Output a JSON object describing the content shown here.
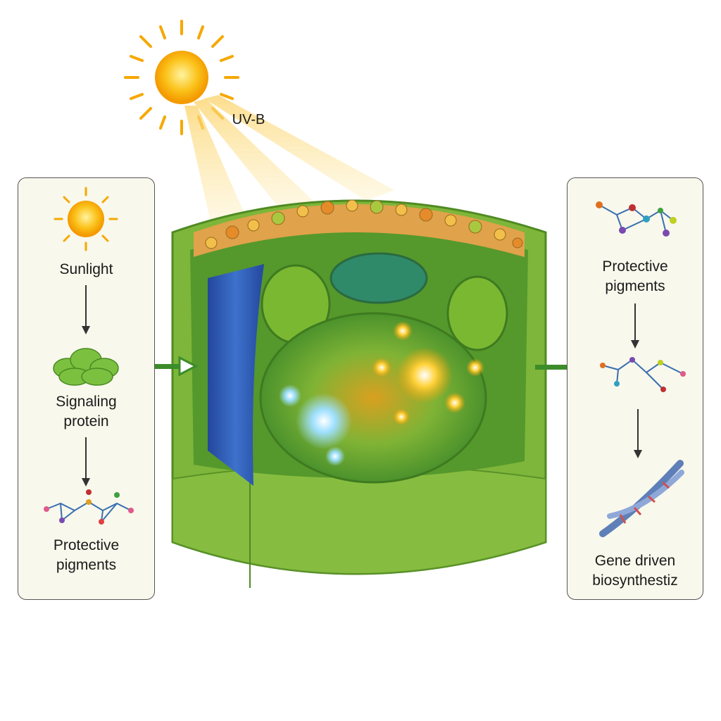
{
  "uv_label": "UV-B",
  "left_panel": {
    "steps": [
      {
        "label": "Sunlight",
        "icon": "sun-icon"
      },
      {
        "label": "Signaling protein",
        "icon": "protein-icon"
      },
      {
        "label": "Protective pigments",
        "icon": "molecule-icon"
      }
    ]
  },
  "right_panel": {
    "steps": [
      {
        "label": "Protective pigments",
        "icon": "molecule-icon"
      },
      {
        "label": "",
        "icon": "molecule-icon"
      },
      {
        "label": "Gene driven biosynthestiz",
        "icon": "dna-icon"
      }
    ]
  },
  "colors": {
    "cell_green": "#6fae2e",
    "vacuole_blue": "#2f5fb8",
    "arrow_green": "#3c8c2a",
    "sun": "#f7b500"
  }
}
